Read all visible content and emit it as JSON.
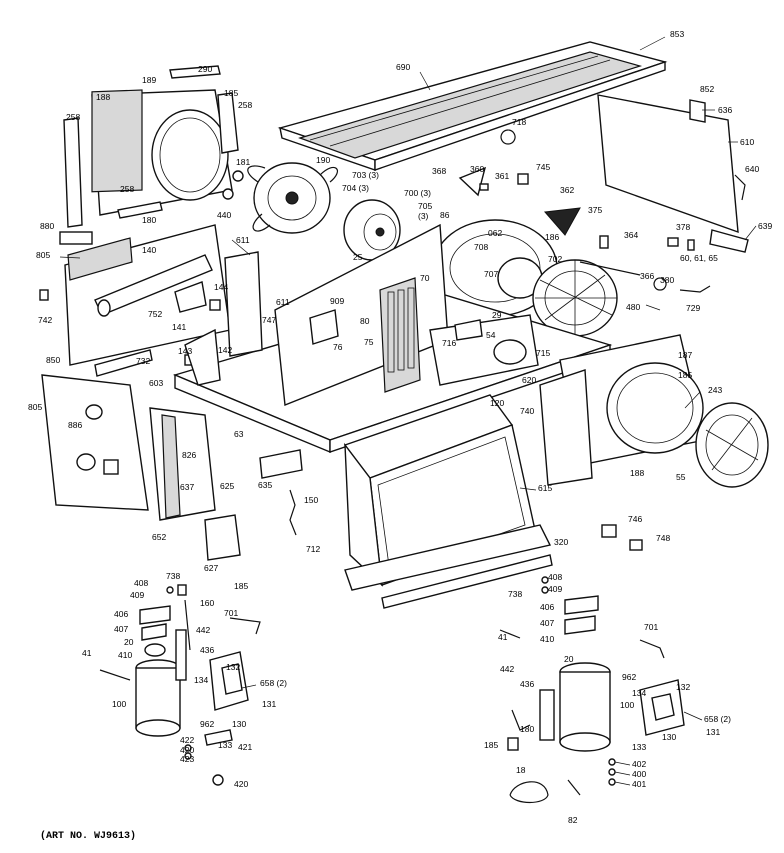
{
  "caption": "(ART NO. WJ9613)",
  "callouts": [
    {
      "id": "c853",
      "text": "853"
    },
    {
      "id": "c690",
      "text": "690"
    },
    {
      "id": "c852",
      "text": "852"
    },
    {
      "id": "c636",
      "text": "636"
    },
    {
      "id": "c610",
      "text": "610"
    },
    {
      "id": "c640",
      "text": "640"
    },
    {
      "id": "c639",
      "text": "639"
    },
    {
      "id": "c718",
      "text": "718"
    },
    {
      "id": "c189",
      "text": "189"
    },
    {
      "id": "c290",
      "text": "290"
    },
    {
      "id": "c188",
      "text": "188"
    },
    {
      "id": "c185a",
      "text": "185"
    },
    {
      "id": "c258a",
      "text": "258"
    },
    {
      "id": "c258b",
      "text": "258"
    },
    {
      "id": "c258c",
      "text": "258"
    },
    {
      "id": "c181",
      "text": "181"
    },
    {
      "id": "c190",
      "text": "190"
    },
    {
      "id": "c703",
      "text": "703 (3)"
    },
    {
      "id": "c704",
      "text": "704 (3)"
    },
    {
      "id": "c700",
      "text": "700 (3)"
    },
    {
      "id": "c705",
      "text": "705"
    },
    {
      "id": "c705n",
      "text": "(3)"
    },
    {
      "id": "c368",
      "text": "368"
    },
    {
      "id": "c360",
      "text": "360"
    },
    {
      "id": "c361",
      "text": "361"
    },
    {
      "id": "c745",
      "text": "745"
    },
    {
      "id": "c362",
      "text": "362"
    },
    {
      "id": "c375",
      "text": "375"
    },
    {
      "id": "c364",
      "text": "364"
    },
    {
      "id": "c378",
      "text": "378"
    },
    {
      "id": "c60",
      "text": "60, 61, 65"
    },
    {
      "id": "c880",
      "text": "880"
    },
    {
      "id": "c180",
      "text": "180"
    },
    {
      "id": "c440",
      "text": "440"
    },
    {
      "id": "c805a",
      "text": "805"
    },
    {
      "id": "c140",
      "text": "140"
    },
    {
      "id": "c611a",
      "text": "611"
    },
    {
      "id": "c611b",
      "text": "611"
    },
    {
      "id": "c25",
      "text": "25"
    },
    {
      "id": "c86",
      "text": "86"
    },
    {
      "id": "c062",
      "text": "062"
    },
    {
      "id": "c708",
      "text": "708"
    },
    {
      "id": "c707",
      "text": "707"
    },
    {
      "id": "c186",
      "text": "186"
    },
    {
      "id": "c702",
      "text": "702"
    },
    {
      "id": "c366",
      "text": "366"
    },
    {
      "id": "c380",
      "text": "380"
    },
    {
      "id": "c729",
      "text": "729"
    },
    {
      "id": "c480",
      "text": "480"
    },
    {
      "id": "c742",
      "text": "742"
    },
    {
      "id": "c144",
      "text": "144"
    },
    {
      "id": "c752",
      "text": "752"
    },
    {
      "id": "c141",
      "text": "141"
    },
    {
      "id": "c142",
      "text": "142"
    },
    {
      "id": "c143",
      "text": "143"
    },
    {
      "id": "c747",
      "text": "747"
    },
    {
      "id": "c909",
      "text": "909"
    },
    {
      "id": "c70",
      "text": "70"
    },
    {
      "id": "c80",
      "text": "80"
    },
    {
      "id": "c75",
      "text": "75"
    },
    {
      "id": "c76",
      "text": "76"
    },
    {
      "id": "c54",
      "text": "54"
    },
    {
      "id": "c29",
      "text": "29"
    },
    {
      "id": "c716",
      "text": "716"
    },
    {
      "id": "c715",
      "text": "715"
    },
    {
      "id": "c620",
      "text": "620"
    },
    {
      "id": "c187",
      "text": "187"
    },
    {
      "id": "c185b",
      "text": "185"
    },
    {
      "id": "c243",
      "text": "243"
    },
    {
      "id": "c850",
      "text": "850"
    },
    {
      "id": "c732",
      "text": "732"
    },
    {
      "id": "c603",
      "text": "603"
    },
    {
      "id": "c805b",
      "text": "805"
    },
    {
      "id": "c886",
      "text": "886"
    },
    {
      "id": "c120",
      "text": "120"
    },
    {
      "id": "c740",
      "text": "740"
    },
    {
      "id": "c188b",
      "text": "188"
    },
    {
      "id": "c55",
      "text": "55"
    },
    {
      "id": "c63",
      "text": "63"
    },
    {
      "id": "c826",
      "text": "826"
    },
    {
      "id": "c637",
      "text": "637"
    },
    {
      "id": "c625",
      "text": "625"
    },
    {
      "id": "c635",
      "text": "635"
    },
    {
      "id": "c150",
      "text": "150"
    },
    {
      "id": "c615",
      "text": "615"
    },
    {
      "id": "c652",
      "text": "652"
    },
    {
      "id": "c627",
      "text": "627"
    },
    {
      "id": "c712",
      "text": "712"
    },
    {
      "id": "c320",
      "text": "320"
    },
    {
      "id": "c746",
      "text": "746"
    },
    {
      "id": "c748",
      "text": "748"
    },
    {
      "id": "c408a",
      "text": "408"
    },
    {
      "id": "c409a",
      "text": "409"
    },
    {
      "id": "c738a",
      "text": "738"
    },
    {
      "id": "c185c",
      "text": "185"
    },
    {
      "id": "c160a",
      "text": "160"
    },
    {
      "id": "c406a",
      "text": "406"
    },
    {
      "id": "c407a",
      "text": "407"
    },
    {
      "id": "c20a",
      "text": "20"
    },
    {
      "id": "c410a",
      "text": "410"
    },
    {
      "id": "c442a",
      "text": "442"
    },
    {
      "id": "c701a",
      "text": "701"
    },
    {
      "id": "c436a",
      "text": "436"
    },
    {
      "id": "c41a",
      "text": "41"
    },
    {
      "id": "c134a",
      "text": "134"
    },
    {
      "id": "c132a",
      "text": "132"
    },
    {
      "id": "c658",
      "text": "658 (2)"
    },
    {
      "id": "c100a",
      "text": "100"
    },
    {
      "id": "c962a",
      "text": "962"
    },
    {
      "id": "c130a",
      "text": "130"
    },
    {
      "id": "c131a",
      "text": "131"
    },
    {
      "id": "c422",
      "text": "422"
    },
    {
      "id": "c420",
      "text": "420"
    },
    {
      "id": "c423",
      "text": "423"
    },
    {
      "id": "c133a",
      "text": "133"
    },
    {
      "id": "c421",
      "text": "421"
    },
    {
      "id": "c420b",
      "text": "420"
    },
    {
      "id": "c408b",
      "text": "408"
    },
    {
      "id": "c409b",
      "text": "409"
    },
    {
      "id": "c738b",
      "text": "738"
    },
    {
      "id": "c406b",
      "text": "406"
    },
    {
      "id": "c407b",
      "text": "407"
    },
    {
      "id": "c410b",
      "text": "410"
    },
    {
      "id": "c41b",
      "text": "41"
    },
    {
      "id": "c442b",
      "text": "442"
    },
    {
      "id": "c20b",
      "text": "20"
    },
    {
      "id": "c436b",
      "text": "436"
    },
    {
      "id": "c701b",
      "text": "701"
    },
    {
      "id": "c962b",
      "text": "962"
    },
    {
      "id": "c134b",
      "text": "134"
    },
    {
      "id": "c132b",
      "text": "132"
    },
    {
      "id": "c100b",
      "text": "100"
    },
    {
      "id": "c180b",
      "text": "180"
    },
    {
      "id": "c185d",
      "text": "185"
    },
    {
      "id": "c133b",
      "text": "133"
    },
    {
      "id": "c130b",
      "text": "130"
    },
    {
      "id": "c658b",
      "text": "658 (2)"
    },
    {
      "id": "c131b",
      "text": "131"
    },
    {
      "id": "c402",
      "text": "402"
    },
    {
      "id": "c400",
      "text": "400"
    },
    {
      "id": "c401",
      "text": "401"
    },
    {
      "id": "c18",
      "text": "18"
    },
    {
      "id": "c82",
      "text": "82"
    }
  ]
}
